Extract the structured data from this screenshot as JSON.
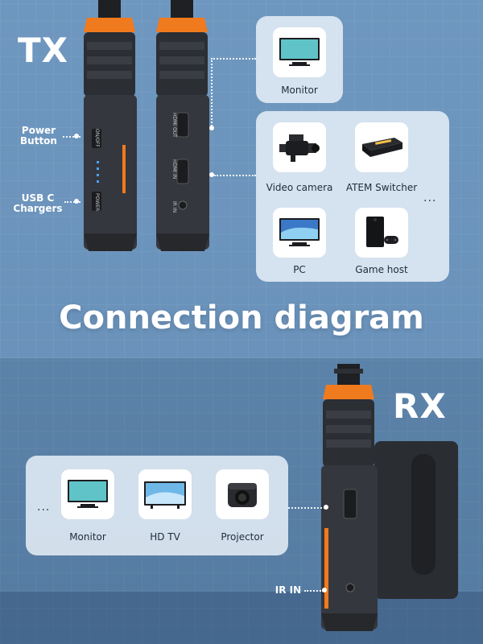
{
  "labels": {
    "tx": "TX",
    "rx": "RX",
    "title": "Connection diagram",
    "power_button": "Power\nButton",
    "usb_c": "USB C\nChargers",
    "ir_in": "IR IN"
  },
  "device_text": {
    "on_off": "ON/OFF",
    "power": "POWER",
    "hdmi_out": "HDMI OUT",
    "hdmi_in": "HDMI IN",
    "ir_in": "IR IN"
  },
  "tx_outputs": {
    "monitor": "Monitor"
  },
  "tx_inputs": {
    "items": [
      "Video camera",
      "ATEM Switcher",
      "PC",
      "Game host"
    ],
    "more": "..."
  },
  "rx_outputs": {
    "items": [
      "Monitor",
      "HD TV",
      "Projector"
    ],
    "more": "..."
  },
  "colors": {
    "accent": "#f07a1e",
    "device_body": "#2e3136",
    "panel": "#e8f0f8"
  },
  "icons": [
    "monitor-icon",
    "video-camera-icon",
    "atem-switcher-icon",
    "pc-icon",
    "game-console-icon",
    "tv-icon",
    "projector-icon"
  ]
}
